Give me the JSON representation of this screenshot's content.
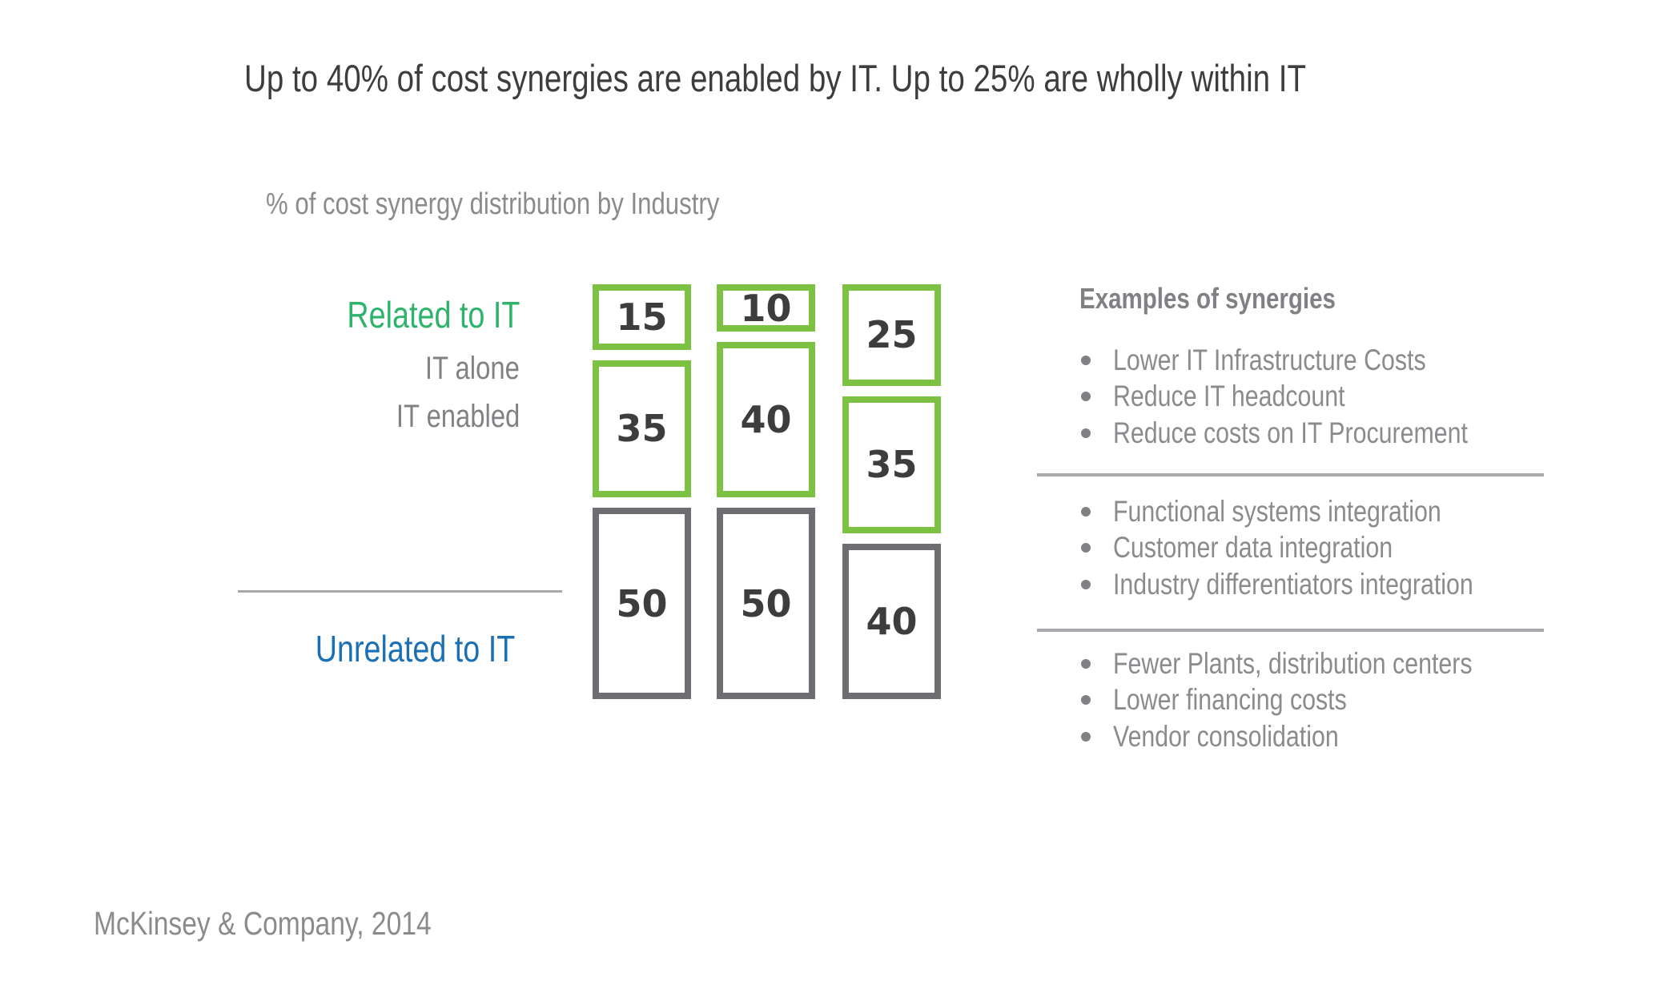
{
  "title": "Up to 40% of cost synergies are enabled by IT. Up to 25% are wholly within IT",
  "subtitle": "% of cost synergy distribution by Industry",
  "labels": {
    "related": "Related to IT",
    "it_alone": "IT alone",
    "it_enabled": "IT enabled",
    "unrelated": "Unrelated to IT"
  },
  "colors": {
    "green": "#7dc142",
    "gray": "#6d6e71",
    "related_text": "#2db36b",
    "unrelated_text": "#1a6fb5"
  },
  "chart_data": {
    "type": "table",
    "title": "% of cost synergy distribution by Industry",
    "columns": 3,
    "series": [
      {
        "name": "IT alone",
        "values": [
          15,
          10,
          25
        ]
      },
      {
        "name": "IT enabled",
        "values": [
          35,
          40,
          35
        ]
      },
      {
        "name": "Unrelated to IT",
        "values": [
          50,
          50,
          40
        ]
      }
    ]
  },
  "examples": {
    "heading": "Examples of synergies",
    "groups": [
      [
        "Lower IT Infrastructure Costs",
        "Reduce IT headcount",
        "Reduce costs on IT Procurement"
      ],
      [
        "Functional systems integration",
        "Customer data integration",
        "Industry differentiators integration"
      ],
      [
        "Fewer Plants, distribution centers",
        "Lower financing costs",
        "Vendor consolidation"
      ]
    ]
  },
  "footer": "McKinsey & Company, 2014"
}
